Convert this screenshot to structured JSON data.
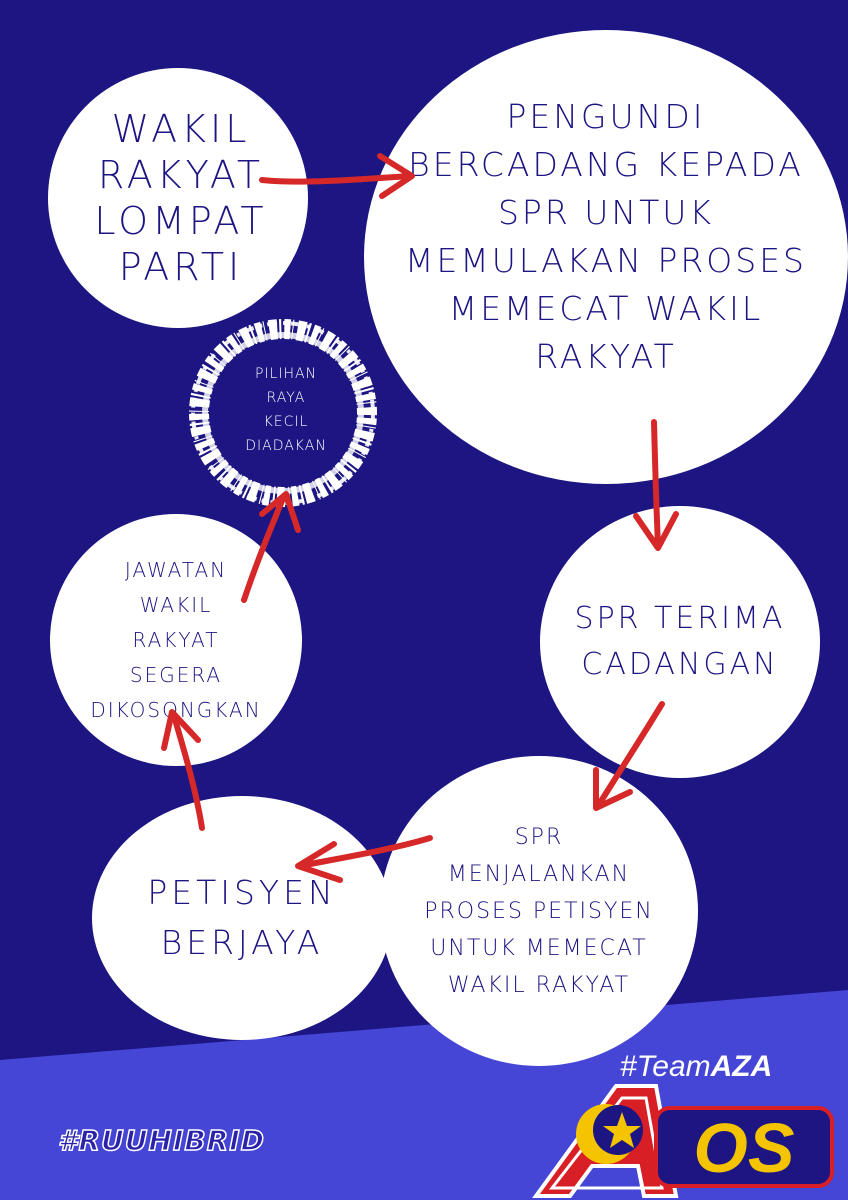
{
  "colors": {
    "background": "#1c1582",
    "band": "#4545d6",
    "node_fill": "#ffffff",
    "node_text": "#1c1582",
    "arrow": "#d62828",
    "logo_yellow": "#f5c400",
    "logo_red": "#d81f26",
    "logo_blue": "#1c1582"
  },
  "nodes": {
    "wakil_lompat": "WAKIL\nRAKYAT\nLOMPAT\nPARTI",
    "pengundi_bercadang": "PENGUNDI\nBERCADANG KEPADA\nSPR UNTUK\nMEMULAKAN PROSES\nMEMECAT WAKIL\nRAKYAT",
    "spr_terima": "SPR TERIMA\nCADANGAN",
    "spr_menjalankan": "SPR\nMENJALANKAN\nPROSES PETISYEN\nUNTUK MEMECAT\nWAKIL RAKYAT",
    "petisyen_berjaya": "PETISYEN\nBERJAYA",
    "jawatan_dikosongkan": "JAWATAN\nWAKIL\nRAKYAT\nSEGERA\nDIKOSONGKAN",
    "pilihan_raya": "PILIHAN\nRAYA\nKECIL\nDIADAKAN"
  },
  "hashtag": "#RUUHIBRID",
  "logo": {
    "team_prefix": "#Team",
    "team_name": "AZA",
    "mark_text": "OS",
    "icons": [
      "crescent-icon",
      "star-icon",
      "flag-stripes-icon"
    ]
  }
}
